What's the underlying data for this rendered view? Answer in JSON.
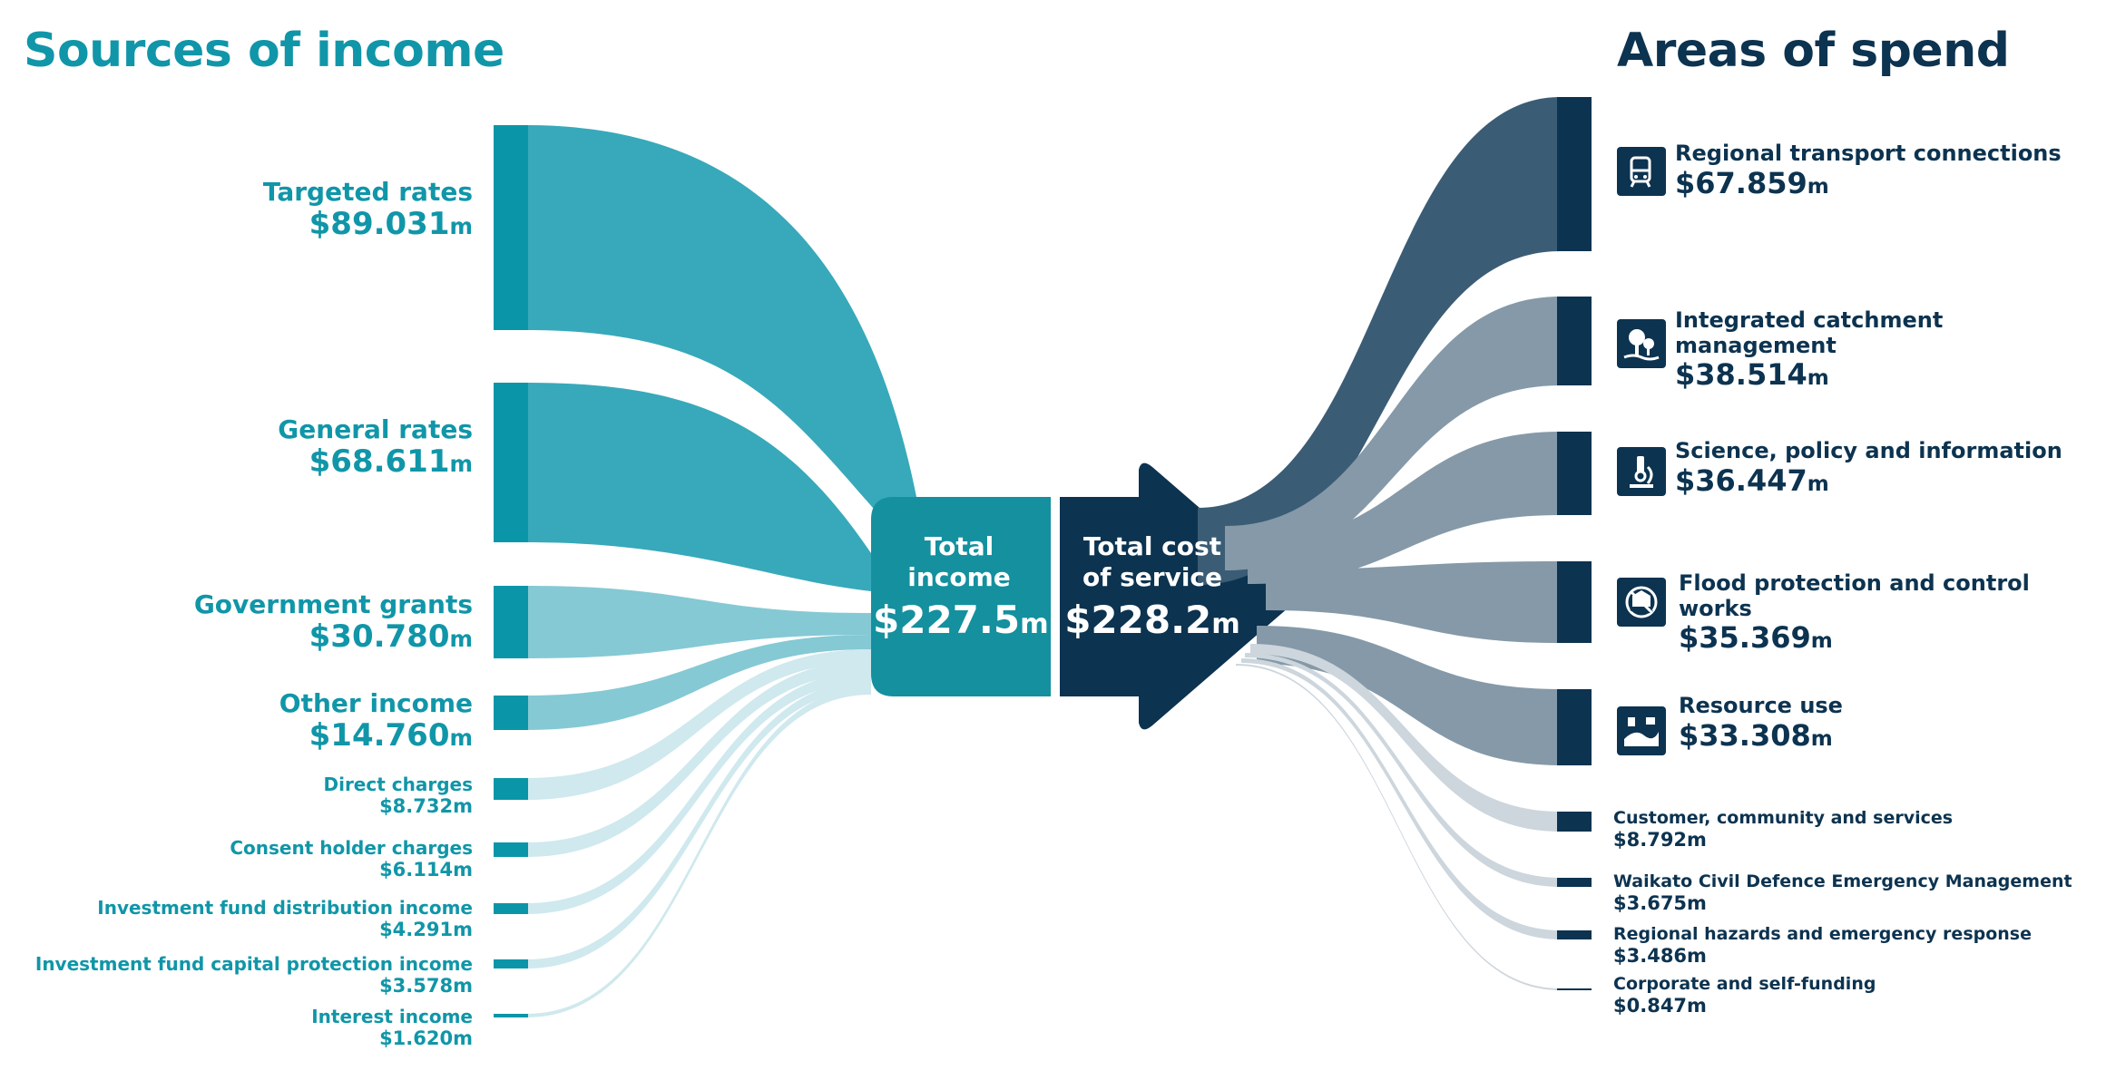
{
  "headings": {
    "income": "Sources of income",
    "spend": "Areas of spend"
  },
  "center": {
    "income_title_line1": "Total",
    "income_title_line2": "income",
    "income_value": "$227.5",
    "income_unit": "m",
    "cost_title_line1": "Total cost",
    "cost_title_line2": "of service",
    "cost_value": "$228.2",
    "cost_unit": "m"
  },
  "income": [
    {
      "name": "Targeted rates",
      "value": "$89.031",
      "unit": "m",
      "amount": 89.031
    },
    {
      "name": "General rates",
      "value": "$68.611",
      "unit": "m",
      "amount": 68.611
    },
    {
      "name": "Government grants",
      "value": "$30.780",
      "unit": "m",
      "amount": 30.78
    },
    {
      "name": "Other income",
      "value": "$14.760",
      "unit": "m",
      "amount": 14.76
    },
    {
      "name": "Direct charges",
      "value": "$8.732",
      "unit": "m",
      "amount": 8.732
    },
    {
      "name": "Consent holder charges",
      "value": "$6.114",
      "unit": "m",
      "amount": 6.114
    },
    {
      "name": "Investment fund distribution income",
      "value": "$4.291",
      "unit": "m",
      "amount": 4.291
    },
    {
      "name": "Investment fund capital protection income",
      "value": "$3.578",
      "unit": "m",
      "amount": 3.578
    },
    {
      "name": "Interest income",
      "value": "$1.620",
      "unit": "m",
      "amount": 1.62
    }
  ],
  "spend": [
    {
      "name": "Regional transport connections",
      "value": "$67.859",
      "unit": "m",
      "amount": 67.859,
      "icon": "transport-icon"
    },
    {
      "name": "Integrated catchment management",
      "value": "$38.514",
      "unit": "m",
      "amount": 38.514,
      "icon": "catchment-icon"
    },
    {
      "name": "Science, policy and information",
      "value": "$36.447",
      "unit": "m",
      "amount": 36.447,
      "icon": "microscope-icon"
    },
    {
      "name": "Flood protection and control works",
      "value": "$35.369",
      "unit": "m",
      "amount": 35.369,
      "icon": "flood-icon"
    },
    {
      "name": "Resource use",
      "value": "$33.308",
      "unit": "m",
      "amount": 33.308,
      "icon": "resource-icon"
    },
    {
      "name": "Customer, community and services",
      "value": "$8.792",
      "unit": "m",
      "amount": 8.792
    },
    {
      "name": "Waikato Civil Defence Emergency Management",
      "value": "$3.675",
      "unit": "m",
      "amount": 3.675
    },
    {
      "name": "Regional hazards and emergency response",
      "value": "$3.486",
      "unit": "m",
      "amount": 3.486
    },
    {
      "name": "Corporate and self-funding",
      "value": "$0.847",
      "unit": "m",
      "amount": 0.847
    }
  ],
  "colors": {
    "teal_dark": "#0a96a8",
    "teal_flow": "#37a9ba",
    "teal_mid": "#85c9d4",
    "teal_light": "#cfe9ee",
    "navy": "#0c3350",
    "navy_flow": "#3b5c75",
    "grey_blue": "#8599a8",
    "grey_light": "#cdd6dd"
  }
}
